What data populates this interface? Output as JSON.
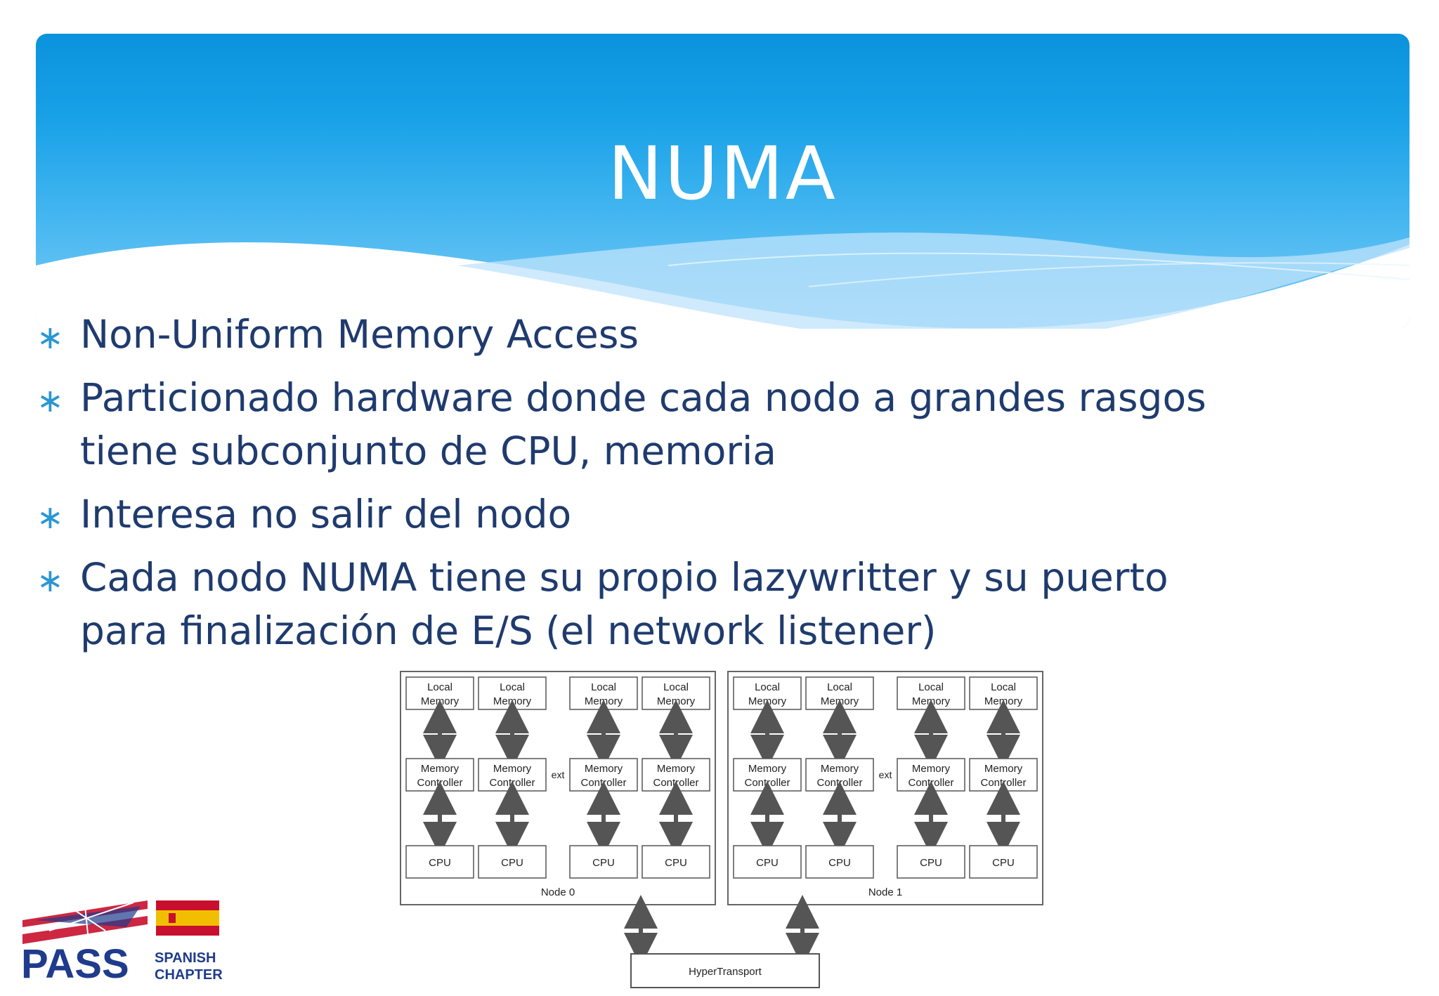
{
  "slide": {
    "title": "NUMA",
    "bullets": [
      {
        "icon": "asterisk-bullet-icon",
        "text": "Non-Uniform Memory Access"
      },
      {
        "icon": "asterisk-bullet-icon",
        "text": "Particionado hardware donde cada nodo a grandes rasgos tiene subconjunto de CPU, memoria"
      },
      {
        "icon": "asterisk-bullet-icon",
        "text": "Interesa no salir del nodo"
      },
      {
        "icon": "asterisk-bullet-icon",
        "text": "Cada nodo NUMA tiene su propio lazywritter y su puerto para finalización de E/S (el network listener)"
      }
    ],
    "bullet_symbol": "∗"
  },
  "diagram": {
    "local_memory": "Local Memory",
    "memory_controller": "Memory Controller",
    "cpu": "CPU",
    "ext": "ext",
    "nodes": [
      "Node 0",
      "Node 1"
    ],
    "bus": "HyperTransport"
  },
  "logo": {
    "name": "PASS",
    "line1": "SPANISH",
    "line2": "CHAPTER"
  },
  "colors": {
    "header_top": "#0a92dc",
    "header_bottom": "#7ecbf6",
    "bullet_text": "#1f3b6e",
    "bullet_symbol": "#2a96d3",
    "title_text": "#ffffff"
  }
}
